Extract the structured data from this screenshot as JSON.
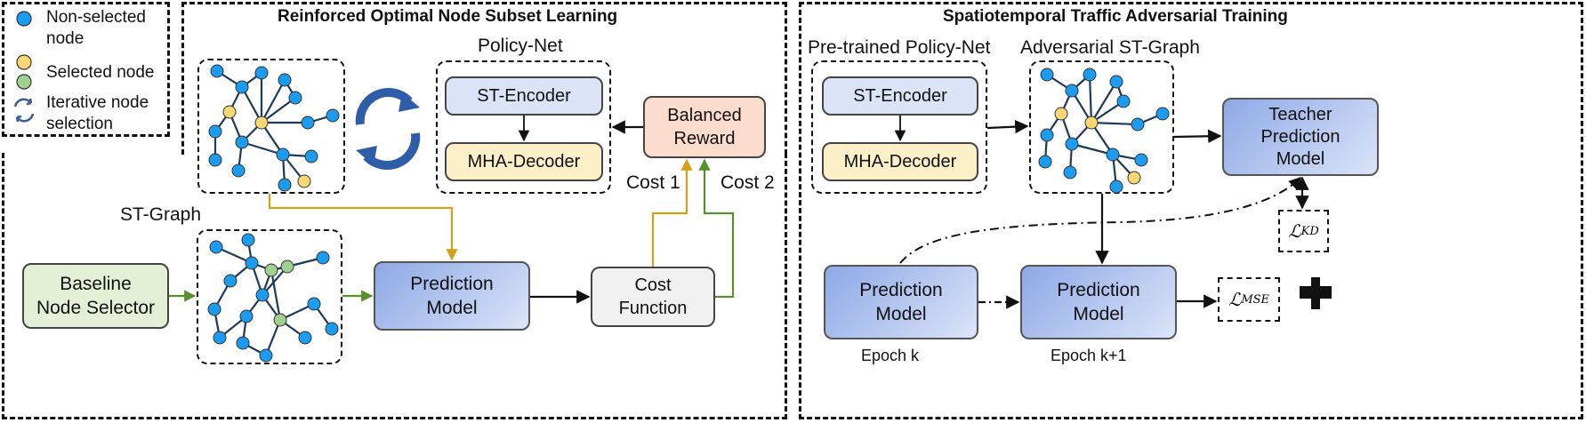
{
  "legend": {
    "non_selected": "Non-selected\nnode",
    "selected": "Selected node",
    "iterative": "Iterative node\nselection"
  },
  "left_panel": {
    "title": "Reinforced Optimal Node Subset Learning",
    "policy_net_label": "Policy-Net",
    "st_encoder": "ST-Encoder",
    "mha_decoder": "MHA-Decoder",
    "balanced_reward": "Balanced\nReward",
    "st_graph_label": "ST-Graph",
    "baseline_selector": "Baseline\nNode Selector",
    "prediction_model": "Prediction\nModel",
    "cost_function": "Cost\nFunction",
    "cost1": "Cost 1",
    "cost2": "Cost 2"
  },
  "right_panel": {
    "title": "Spatiotemporal Traffic Adversarial Training",
    "pretrained_label": "Pre-trained Policy-Net",
    "adversarial_label": "Adversarial ST-Graph",
    "st_encoder": "ST-Encoder",
    "mha_decoder": "MHA-Decoder",
    "teacher_model": "Teacher\nPrediction\nModel",
    "loss_kd_main": "ℒ",
    "loss_kd_sub": "KD",
    "loss_mse_main": "ℒ",
    "loss_mse_sub": "MSE",
    "pred_model_k": "Prediction\nModel",
    "pred_model_k1": "Prediction\nModel",
    "epoch_k": "Epoch k",
    "epoch_k1": "Epoch k+1",
    "plus_icon": "plus-icon"
  },
  "colors": {
    "node_blue": "#1c9cf0",
    "node_yellow": "#f7d774",
    "node_green": "#9fd08f",
    "arrow_gold": "#d4a017",
    "arrow_green": "#5a8f2e",
    "arrow_dark": "#111111"
  }
}
